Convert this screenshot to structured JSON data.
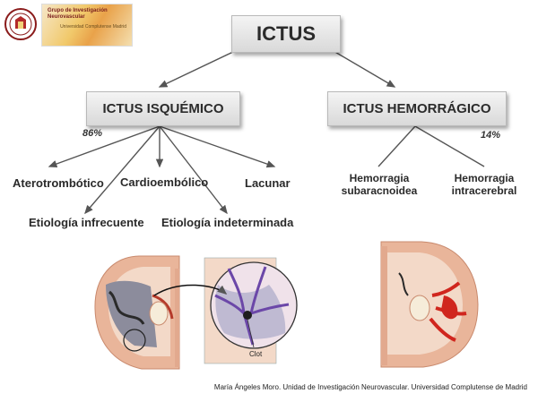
{
  "logos": {
    "university_seal": "university-seal-logo",
    "group_logo_text": "Grupo de Investigación Neurovascular",
    "group_logo_university": "Universidad Complutense Madrid"
  },
  "title": "ICTUS",
  "branches": {
    "ischemic": {
      "label": "ICTUS ISQUÉMICO",
      "percent": "86%",
      "subtypes": [
        "Aterotrombótico",
        "Cardioembólico",
        "Lacunar",
        "Etiología infrecuente",
        "Etiología indeterminada"
      ]
    },
    "hemorrhagic": {
      "label": "ICTUS HEMORRÁGICO",
      "percent": "14%",
      "subtypes": [
        "Hemorragia\nsubaracnoidea",
        "Hemorragia\nintracerebral"
      ]
    }
  },
  "illustrations": {
    "clot_label": "Clot"
  },
  "credit": "María Ángeles Moro. Unidad de Investigación Neurovascular. Universidad Complutense de Madrid",
  "colors": {
    "box_top": "#f4f4f4",
    "box_bottom": "#d9d9d9",
    "arrow": "#555555",
    "brain_tissue": "#e9b59a",
    "ischemic_area": "#8c8c9c",
    "hemorrhage": "#d0261e"
  }
}
